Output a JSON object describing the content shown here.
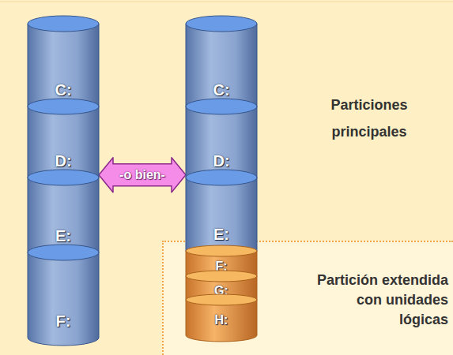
{
  "diagram": {
    "nodes": [
      {
        "text": [
          "C:"
        ]
      },
      {
        "text": [
          "D:"
        ]
      },
      {
        "text": [
          "E:"
        ]
      },
      {
        "text": [
          "F:"
        ]
      },
      {
        "text": [
          "C:"
        ]
      },
      {
        "text": [
          "D:"
        ]
      },
      {
        "text": [
          "E:"
        ]
      },
      {
        "text": [
          "Partición extendida con unidades lógicas"
        ]
      },
      {
        "text": [
          "F:"
        ],
        "in": 7
      },
      {
        "text": [
          "G:"
        ],
        "in": 7
      },
      {
        "text": [
          "H:"
        ],
        "in": 7
      }
    ],
    "edges": [
      {
        "from": 1,
        "to": 5,
        "arrow": "both",
        "label": "-o bien-"
      }
    ],
    "labels": [
      "Particiones principales"
    ]
  }
}
